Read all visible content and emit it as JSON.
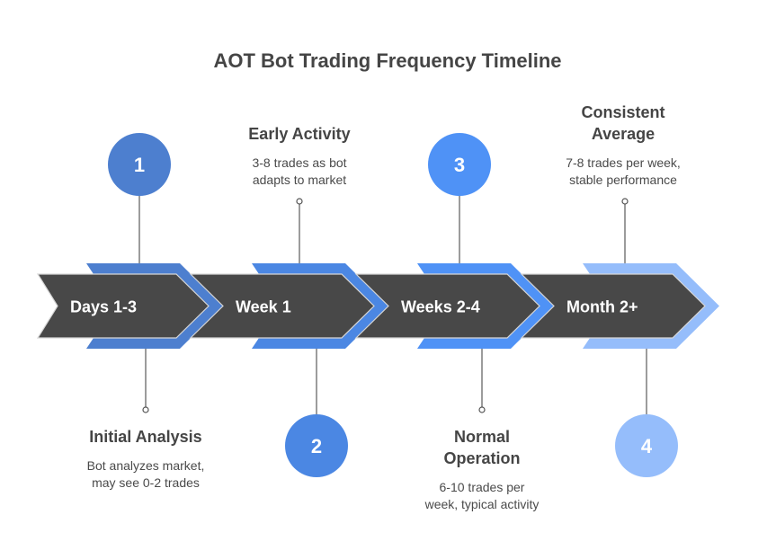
{
  "title": "AOT Bot Trading Frequency Timeline",
  "colors": {
    "arrow_fill": "#484848",
    "arrow_stroke": "#d6d6d6",
    "text_dark": "#454545",
    "connector": "#7a7a7a"
  },
  "stages": [
    {
      "number": "1",
      "period": "Days 1-3",
      "heading_lines": [
        "Initial Analysis"
      ],
      "description_lines": [
        "Bot analyzes market,",
        "may see 0-2 trades"
      ],
      "color": "#4d7fcf",
      "circle_position": "top",
      "text_position": "bottom"
    },
    {
      "number": "2",
      "period": "Week 1",
      "heading_lines": [
        "Early Activity"
      ],
      "description_lines": [
        "3-8 trades as bot",
        "adapts to market"
      ],
      "color": "#4b87e3",
      "circle_position": "bottom",
      "text_position": "top"
    },
    {
      "number": "3",
      "period": "Weeks 2-4",
      "heading_lines": [
        "Normal",
        "Operation"
      ],
      "description_lines": [
        "6-10 trades per",
        "week, typical activity"
      ],
      "color": "#4f92f6",
      "circle_position": "top",
      "text_position": "bottom"
    },
    {
      "number": "4",
      "period": "Month 2+",
      "heading_lines": [
        "Consistent",
        "Average"
      ],
      "description_lines": [
        "7-8 trades per week,",
        "stable performance"
      ],
      "color": "#95bdfb",
      "circle_position": "bottom",
      "text_position": "top"
    }
  ]
}
